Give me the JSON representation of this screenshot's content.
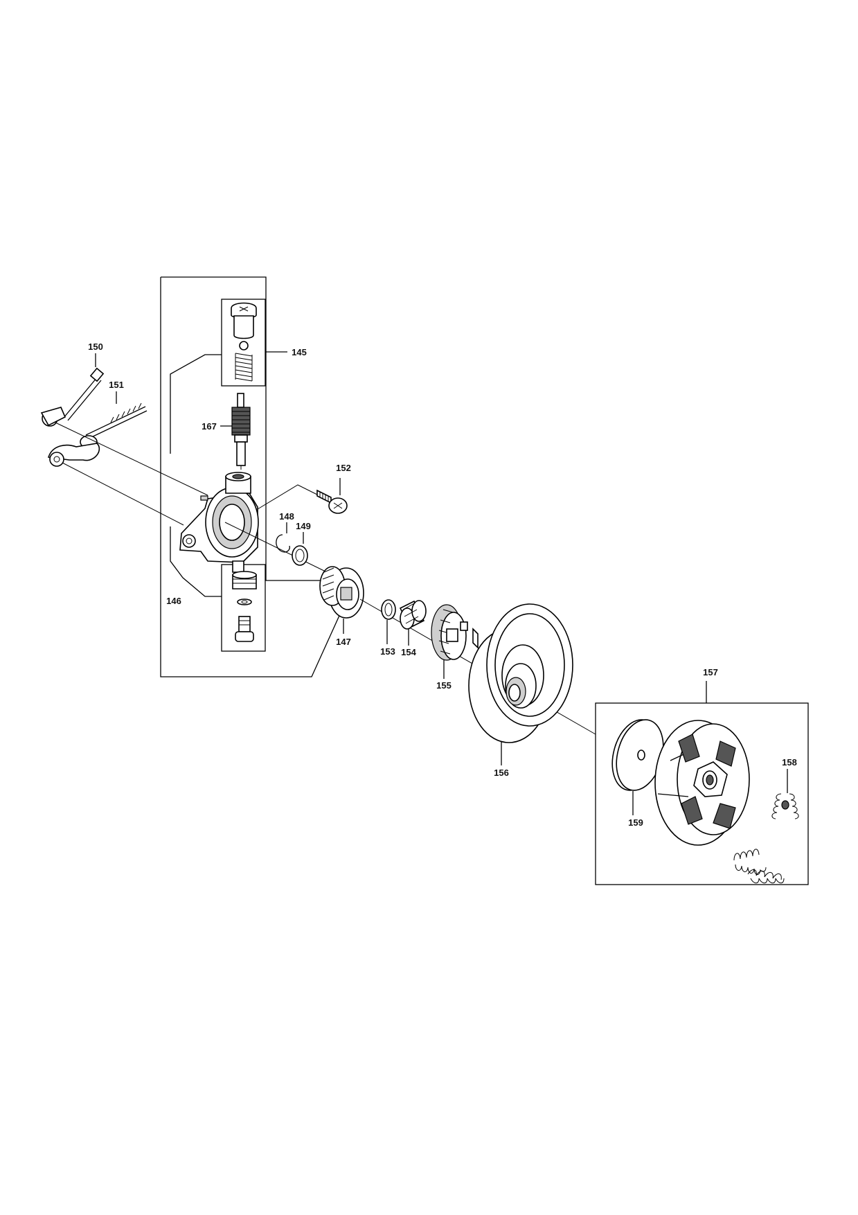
{
  "diagram": {
    "callouts": {
      "p145": "145",
      "p146": "146",
      "p147": "147",
      "p148": "148",
      "p149": "149",
      "p150": "150",
      "p151": "151",
      "p152": "152",
      "p153": "153",
      "p154": "154",
      "p155": "155",
      "p156": "156",
      "p157": "157",
      "p158": "158",
      "p159": "159",
      "p167": "167"
    }
  }
}
